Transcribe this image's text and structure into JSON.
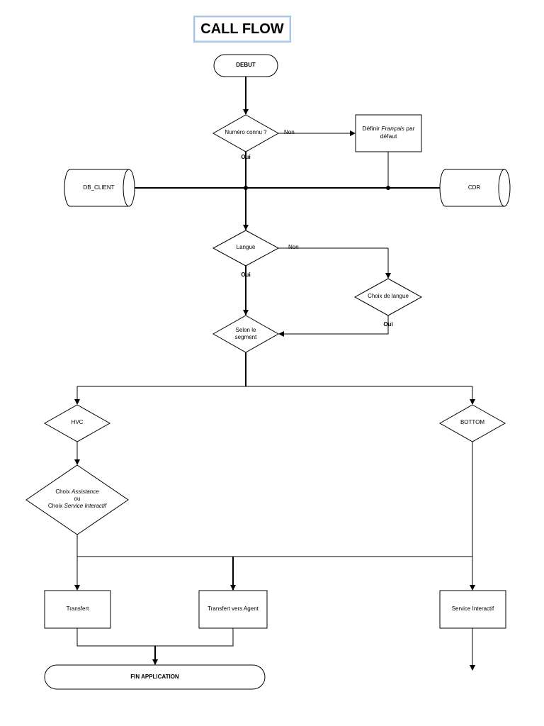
{
  "title": "CALL FLOW",
  "nodes": {
    "debut": "DEBUT",
    "numero_connu": "Numéro connu ?",
    "definir_line1_a": "Définir ",
    "definir_line1_em": "Français",
    "definir_line1_b": " par",
    "definir_line2": "défaut",
    "db_client": "DB_CLIENT",
    "cdr": "CDR",
    "langue": "Langue",
    "choix_langue": "Choix de langue",
    "segment_line1": "Selon le",
    "segment_line2": "segment",
    "hvc": "HVC",
    "bottom": "BOTTOM",
    "choix_line1_a": "Choix ",
    "choix_line1_em": "Assistance",
    "choix_line2": "ou",
    "choix_line3_a": "Choix ",
    "choix_line3_em": "Service Interactif",
    "transfert": "Transfert",
    "transfert_agent": "Transfert vers Agent",
    "service_interactif": "Service Interactif",
    "fin": "FIN APPLICATION"
  },
  "edge_labels": {
    "non_1": "Non",
    "oui_1": "Oui",
    "non_2": "Non",
    "oui_2": "Oui",
    "oui_3": "Oui"
  }
}
